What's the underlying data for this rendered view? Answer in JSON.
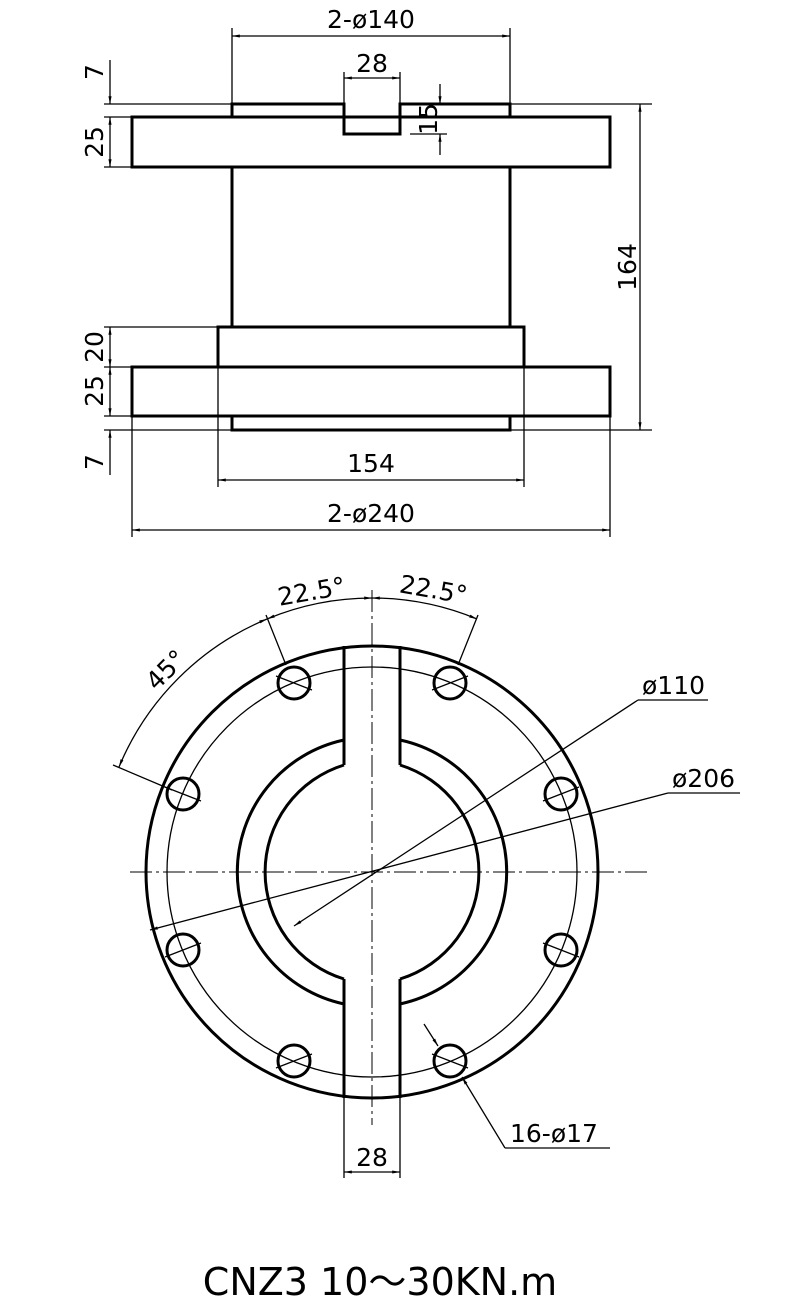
{
  "side_view": {
    "dim_top_diameter": "2-ø140",
    "dim_slot_width": "28",
    "dim_slot_depth": "15",
    "dim_total_height": "164",
    "dim_top_plate": "7",
    "dim_top_flange": "25",
    "dim_boss_height": "20",
    "dim_bottom_flange": "25",
    "dim_bottom_plate": "7",
    "dim_boss_width": "154",
    "dim_flange_diameter": "2-ø240"
  },
  "plan_view": {
    "angle_left": "22.5°",
    "angle_right": "22.5°",
    "angle_45": "45°",
    "dim_bore": "ø110",
    "dim_bolt_circle": "ø206",
    "dim_holes": "16-ø17",
    "dim_slot_width": "28"
  },
  "title": "CNZ3  10～30KN.m"
}
